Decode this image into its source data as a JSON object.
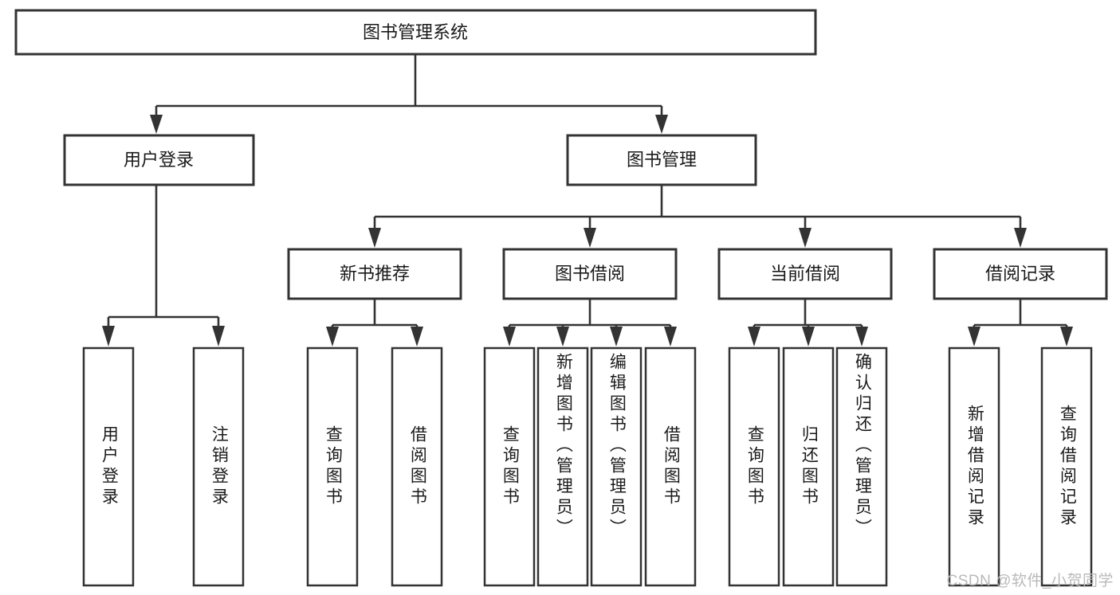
{
  "diagram": {
    "type": "tree-hierarchy",
    "title": "图书管理系统",
    "watermark": "CSDN @软件_小贺同学",
    "colors": {
      "stroke": "#333333",
      "fill": "#ffffff",
      "text": "#1a1a1a",
      "watermark": "#b9b9b9",
      "background": "#ffffff"
    },
    "levels": {
      "root": "图书管理系统",
      "level2": [
        "用户登录",
        "图书管理"
      ],
      "level3": [
        "新书推荐",
        "图书借阅",
        "当前借阅",
        "借阅记录"
      ],
      "leaves": [
        "用户登录",
        "注销登录",
        "查询图书",
        "借阅图书",
        "查询图书",
        "新增图书（管理员）",
        "编辑图书（管理员）",
        "借阅图书",
        "查询图书",
        "归还图书",
        "确认归还（管理员）",
        "新增借阅记录",
        "查询借阅记录"
      ]
    },
    "nodes": {
      "root": {
        "label": "图书管理系统"
      },
      "user_login": {
        "label": "用户登录"
      },
      "book_manage": {
        "label": "图书管理"
      },
      "new_book_rec": {
        "label": "新书推荐"
      },
      "book_borrow": {
        "label": "图书借阅"
      },
      "current_borrow": {
        "label": "当前借阅"
      },
      "borrow_record": {
        "label": "借阅记录"
      },
      "leaf_user_login": {
        "label": "用户登录"
      },
      "leaf_logout": {
        "label": "注销登录"
      },
      "leaf_query_book_1": {
        "label": "查询图书"
      },
      "leaf_borrow_book_1": {
        "label": "借阅图书"
      },
      "leaf_query_book_2": {
        "label": "查询图书"
      },
      "leaf_add_book": {
        "label": "新增图书（管理员）"
      },
      "leaf_edit_book": {
        "label": "编辑图书（管理员）"
      },
      "leaf_borrow_book_2": {
        "label": "借阅图书"
      },
      "leaf_query_book_3": {
        "label": "查询图书"
      },
      "leaf_return_book": {
        "label": "归还图书"
      },
      "leaf_confirm_return": {
        "label": "确认归还（管理员）"
      },
      "leaf_add_record": {
        "label": "新增借阅记录"
      },
      "leaf_query_record": {
        "label": "查询借阅记录"
      }
    },
    "edges": [
      {
        "from": "root",
        "to": "user_login"
      },
      {
        "from": "root",
        "to": "book_manage"
      },
      {
        "from": "user_login",
        "to": "leaf_user_login"
      },
      {
        "from": "user_login",
        "to": "leaf_logout"
      },
      {
        "from": "book_manage",
        "to": "new_book_rec"
      },
      {
        "from": "book_manage",
        "to": "book_borrow"
      },
      {
        "from": "book_manage",
        "to": "current_borrow"
      },
      {
        "from": "book_manage",
        "to": "borrow_record"
      },
      {
        "from": "new_book_rec",
        "to": "leaf_query_book_1"
      },
      {
        "from": "new_book_rec",
        "to": "leaf_borrow_book_1"
      },
      {
        "from": "book_borrow",
        "to": "leaf_query_book_2"
      },
      {
        "from": "book_borrow",
        "to": "leaf_add_book"
      },
      {
        "from": "book_borrow",
        "to": "leaf_edit_book"
      },
      {
        "from": "book_borrow",
        "to": "leaf_borrow_book_2"
      },
      {
        "from": "current_borrow",
        "to": "leaf_query_book_3"
      },
      {
        "from": "current_borrow",
        "to": "leaf_return_book"
      },
      {
        "from": "current_borrow",
        "to": "leaf_confirm_return"
      },
      {
        "from": "borrow_record",
        "to": "leaf_add_record"
      },
      {
        "from": "borrow_record",
        "to": "leaf_query_record"
      }
    ]
  }
}
